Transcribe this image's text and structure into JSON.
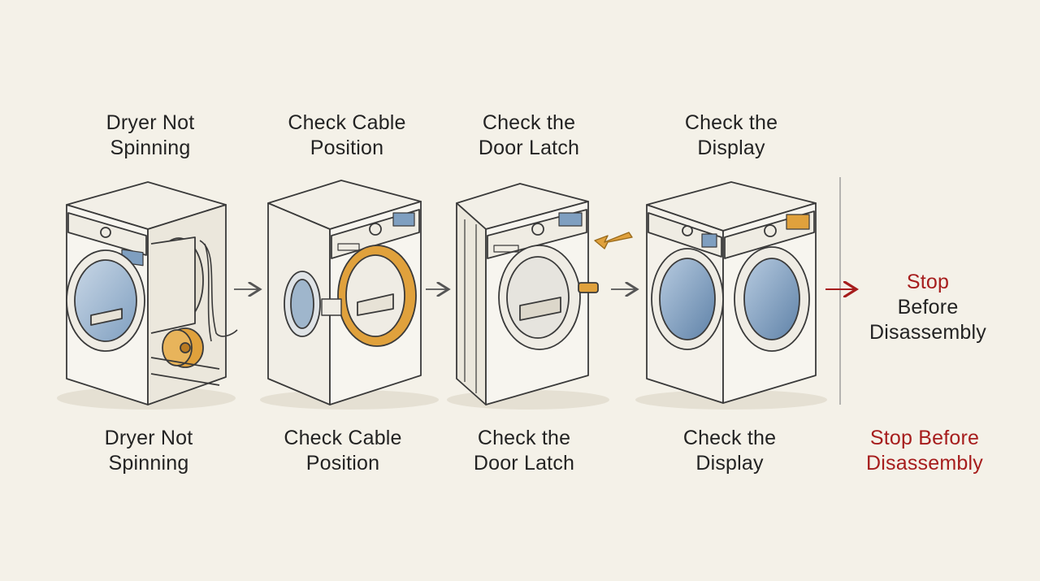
{
  "steps": [
    {
      "top": [
        "Dryer Not",
        "Spinning"
      ],
      "bottom": [
        "Dryer Not",
        "Spinning"
      ]
    },
    {
      "top": [
        "Check Cable",
        "Position"
      ],
      "bottom": [
        "Check Cable",
        "Position"
      ]
    },
    {
      "top": [
        "Check the",
        "Door Latch"
      ],
      "bottom": [
        "Check the",
        "Door Latch"
      ]
    },
    {
      "top": [
        "Check the",
        "Display"
      ],
      "bottom": [
        "Check the",
        "Display"
      ]
    }
  ],
  "final": {
    "side_word1": "Stop",
    "side_word2": "Before",
    "side_line2": "Disassembly",
    "bottom": [
      "Stop Before",
      "Disassembly"
    ]
  },
  "colors": {
    "accent_red": "#a61d1d",
    "highlight_orange": "#e0a13c",
    "glass_blue": "#7f9fc0",
    "background": "#f4f1e8"
  }
}
